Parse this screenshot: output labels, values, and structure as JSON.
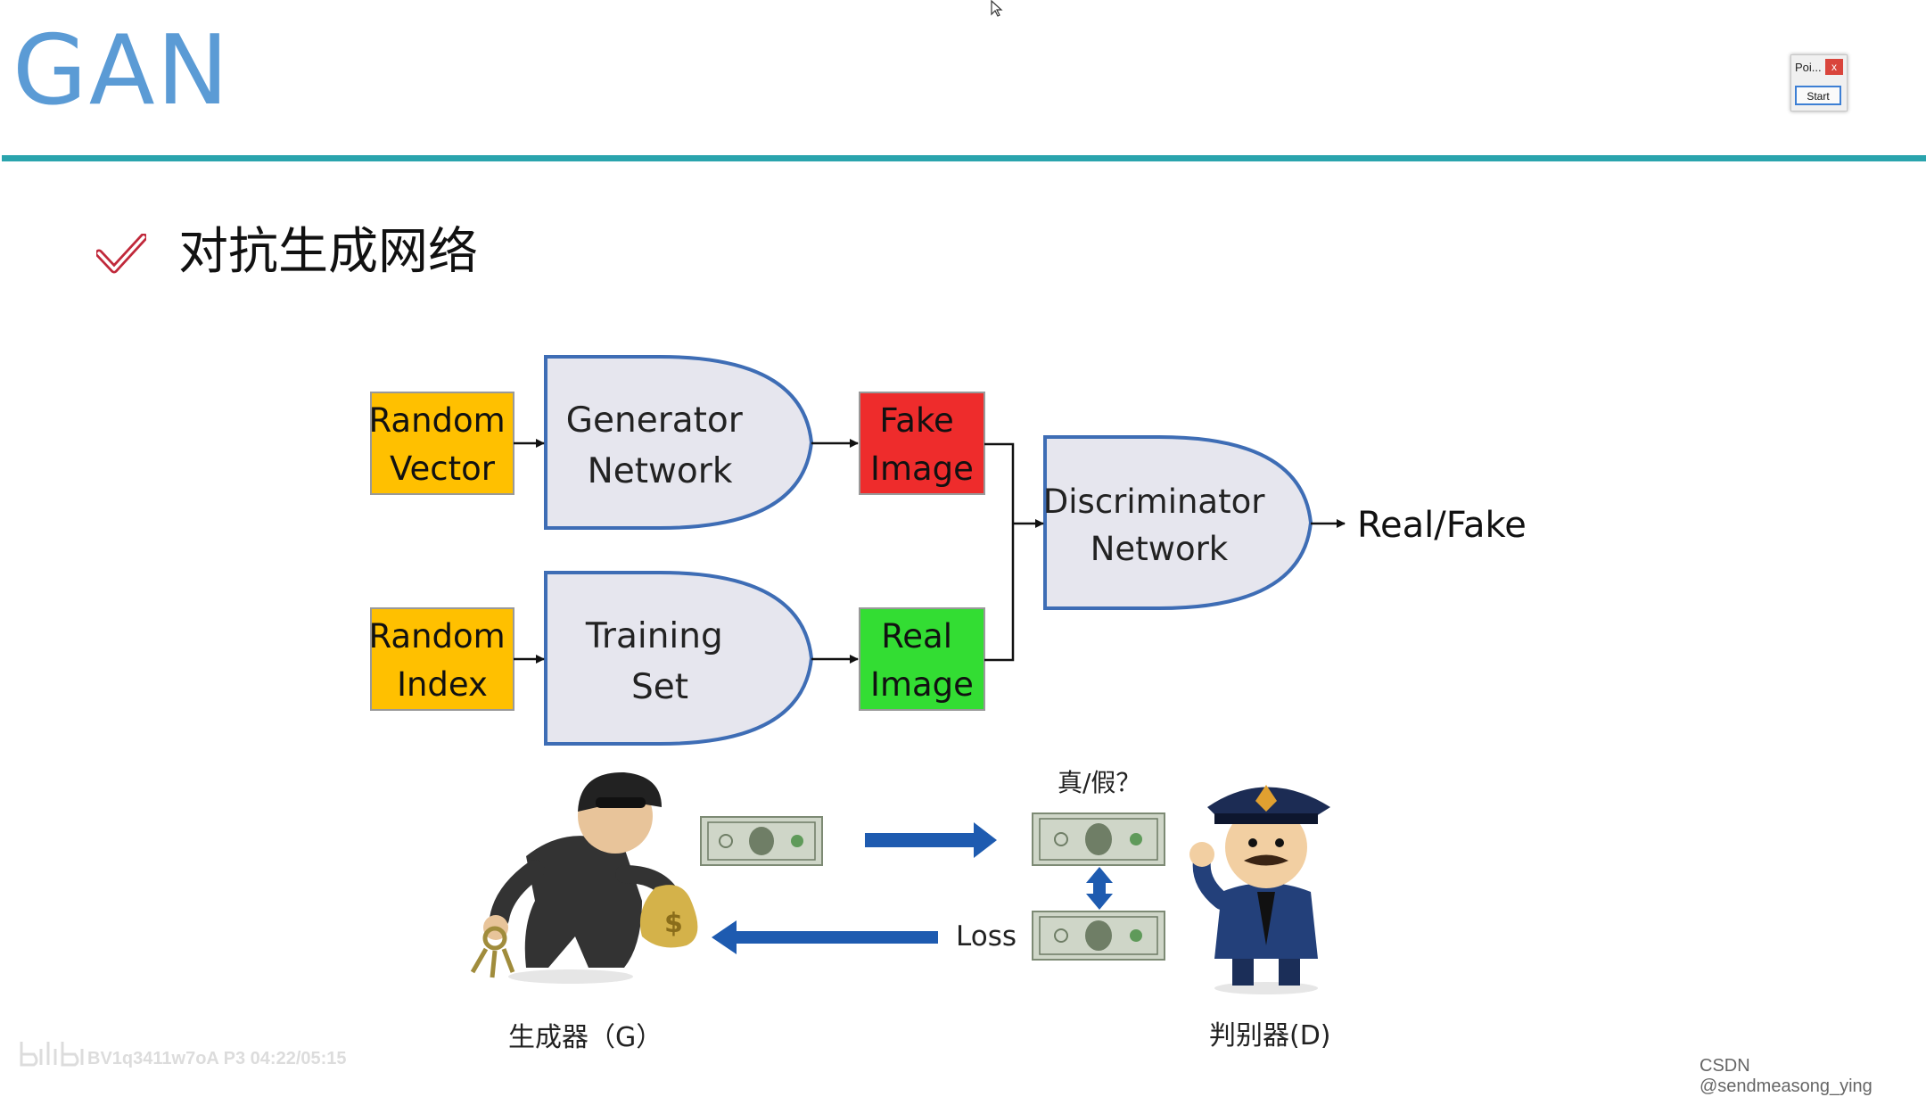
{
  "slide": {
    "title": "GAN",
    "bullet": "对抗生成网络"
  },
  "pointer_widget": {
    "title": "Poi...",
    "close": "x",
    "start": "Start"
  },
  "diagram": {
    "random_vector": [
      "Random",
      "Vector"
    ],
    "generator": [
      "Generator",
      "Network"
    ],
    "fake_image": [
      "Fake",
      "Image"
    ],
    "random_index": [
      "Random",
      "Index"
    ],
    "training_set": [
      "Training",
      "Set"
    ],
    "real_image": [
      "Real",
      "Image"
    ],
    "discriminator": [
      "Discriminator",
      "Network"
    ],
    "output": "Real/Fake"
  },
  "illustration": {
    "question": "真/假？",
    "loss": "Loss",
    "generator_label": "生成器（G）",
    "discriminator_label": "判别器(D)"
  },
  "footer": {
    "watermark": "BV1q3411w7oA P3 04:22/05:15",
    "credit": "CSDN @sendmeasong_ying"
  },
  "colors": {
    "title": "#5b9bd5",
    "rule": "#2aa4ad",
    "yellow": "#ffc000",
    "red": "#ee2c2c",
    "green": "#33dd33",
    "shape_fill": "#e6e6ee",
    "shape_stroke": "#3e6db5",
    "arrow_blue": "#1e5bb0"
  }
}
